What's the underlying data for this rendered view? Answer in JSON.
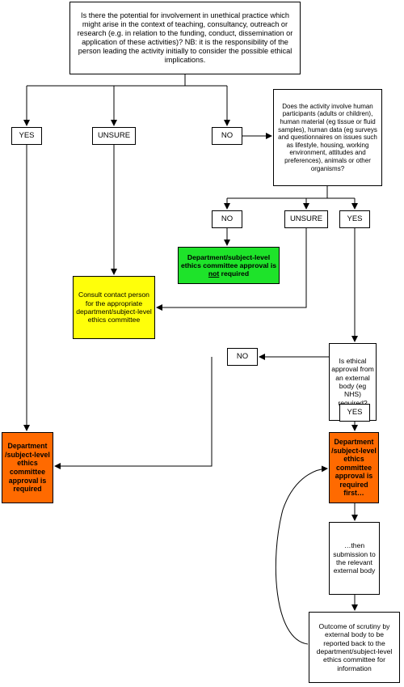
{
  "start_question": "Is there the potential for involvement in unethical practice which might arise in the context of teaching, consultancy, outreach or research (e.g. in relation to the funding, conduct, dissemination or application of these activities)? NB: it is the responsibility of the person leading the activity initially to consider the possible ethical implications.",
  "answers_first": {
    "yes": "YES",
    "unsure": "UNSURE",
    "no": "NO"
  },
  "human_question": "Does the activity involve human participants (adults or children), human material (eg tissue or fluid samples), human data (eg surveys and questionnaires on issues such as lifestyle, housing, working environment, attitudes and preferences), animals or other organisms?",
  "answers_second": {
    "no": "NO",
    "unsure": "UNSURE",
    "yes": "YES"
  },
  "not_required": {
    "before": "Department/subject-level ethics committee approval is ",
    "emph": "not",
    "after": " required"
  },
  "consult": "Consult contact person for the appropriate department/subject-level ethics committee",
  "external_question": "Is ethical approval from an external body (eg NHS) required?",
  "answers_third": {
    "no": "NO",
    "yes": "YES"
  },
  "required": "Department /subject-level ethics committee approval is required",
  "required_first": "Department /subject-level ethics committee approval is required first…",
  "then_submit": "…then submission to the relevant external body",
  "outcome": "Outcome of scrutiny by external body to be reported back to the department/subject-level ethics committee for information",
  "colors": {
    "green": "#1ee32a",
    "yellow": "#ffff0a",
    "orange": "#ff6a00"
  }
}
